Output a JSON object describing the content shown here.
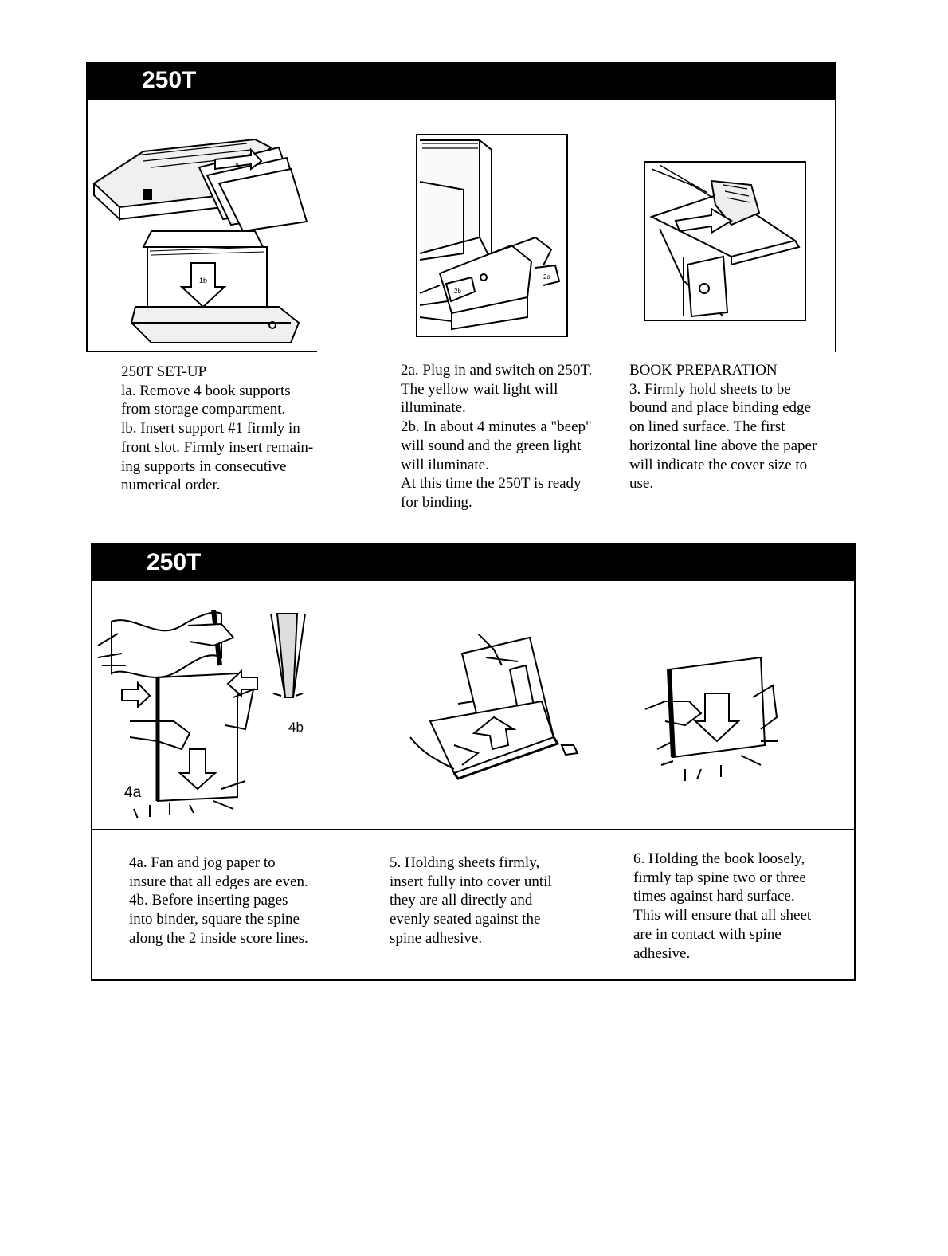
{
  "panel1": {
    "title": "250T",
    "captions": [
      "250T SET-UP\nla. Remove 4 book supports\nfrom storage compartment.\nlb. Insert support #1 firmly in\nfront slot. Firmly insert remain-\ning supports in consecutive\nnumerical order.",
      "2a. Plug in and switch on 250T.\nThe yellow wait light will\nilluminate.\n2b. In about 4 minutes a \"beep\"\nwill sound and the green light\nwill iluminate.\nAt this time the 250T is ready\nfor binding.",
      "BOOK PREPARATION\n3. Firmly hold sheets to be\nbound and place binding edge\non lined surface. The first\nhorizontal line above the paper\nwill indicate the cover size to\nuse."
    ],
    "figure_labels": {
      "l1a": "1a",
      "l1b": "1b",
      "l2a": "2a",
      "l2b": "2b"
    }
  },
  "panel2": {
    "title": "250T",
    "captions": [
      "4a. Fan and jog paper to\ninsure that all edges are even.\n4b. Before inserting pages\ninto binder, square the spine\nalong the 2 inside score lines.",
      "5. Holding sheets firmly,\ninsert fully into cover until\nthey are all directly and\nevenly seated against the\nspine adhesive.",
      "6. Holding the book loosely,\nfirmly tap spine two or three\ntimes against hard surface.\nThis will ensure that all sheet\nare in contact with spine\nadhesive."
    ],
    "figure_labels": {
      "l4a": "4a",
      "l4b": "4b"
    }
  }
}
